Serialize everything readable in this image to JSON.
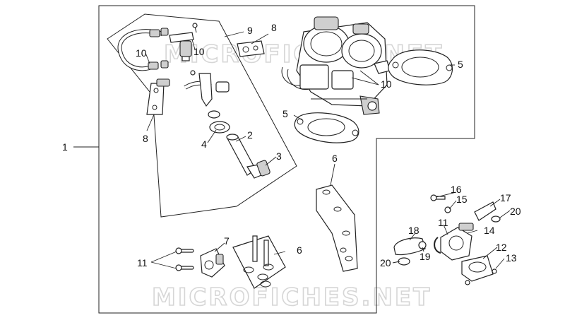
{
  "watermark": "MICROFICHES.NET",
  "callouts": {
    "c1": "1",
    "c2": "2",
    "c3": "3",
    "c4": "4",
    "c5a": "5",
    "c5b": "5",
    "c6a": "6",
    "c6b": "6",
    "c7": "7",
    "c8a": "8",
    "c8b": "8",
    "c9": "9",
    "c10a": "10",
    "c10b": "10",
    "c10c": "10",
    "c11a": "11",
    "c11b": "11",
    "c12": "12",
    "c13": "13",
    "c14": "14",
    "c15": "15",
    "c16": "16",
    "c17": "17",
    "c18": "18",
    "c19": "19",
    "c20a": "20",
    "c20b": "20"
  }
}
